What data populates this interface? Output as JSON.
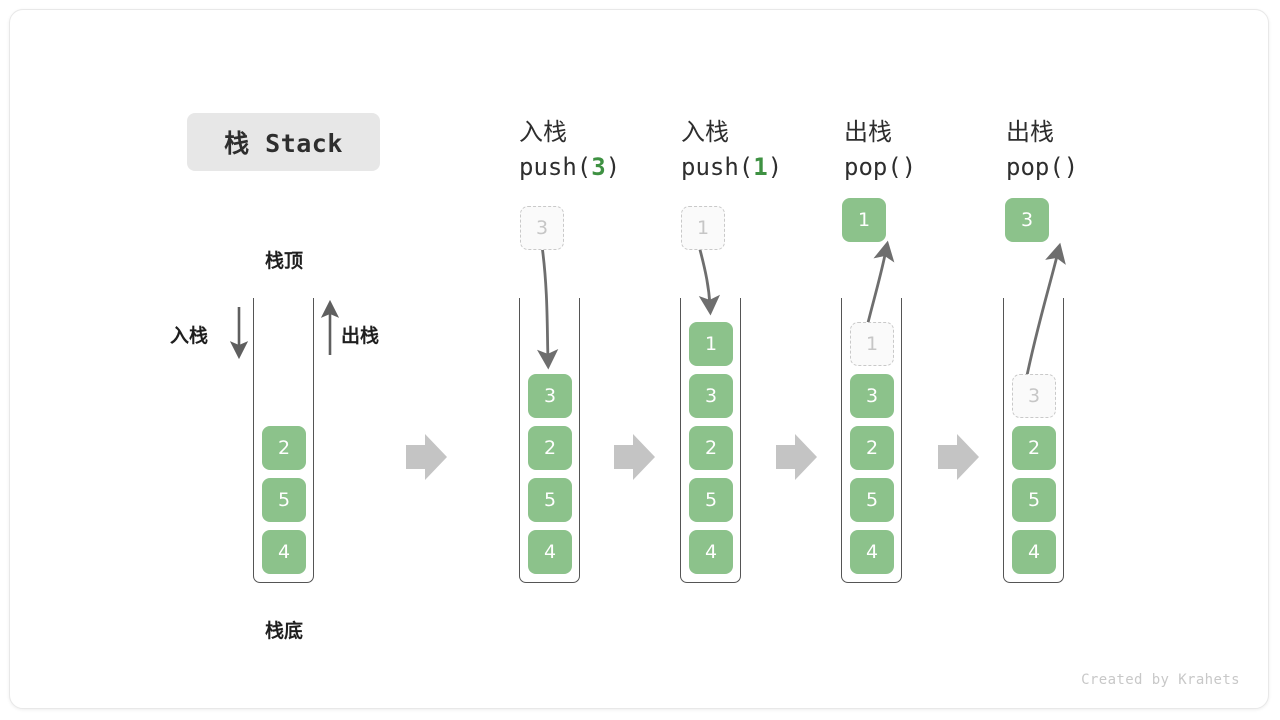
{
  "meta": {
    "footer": "Created by Krahets",
    "title_badge": "栈 Stack"
  },
  "colors": {
    "cell_fill": "#8cc28b",
    "cell_text": "#ffffff",
    "ghost_border": "#c9c9c9",
    "ghost_text": "#c6c6c6",
    "accent_green": "#3e9142",
    "arrow_gray": "#6e6e6e",
    "block_arrow_gray": "#c4c4c4",
    "badge_bg": "#e7e7e7",
    "container_stroke": "#555555"
  },
  "legend": {
    "push_label": "入栈",
    "pop_label": "出栈",
    "top_label": "栈顶",
    "bottom_label": "栈底"
  },
  "columns": [
    {
      "id": "initial",
      "header_cn": "",
      "header_code": "",
      "stack": [
        "2",
        "5",
        "4"
      ],
      "ghost": null,
      "popped": null
    },
    {
      "id": "push-3",
      "header_cn": "入栈",
      "header_code_prefix": "push(",
      "header_code_arg": "3",
      "header_code_suffix": ")",
      "incoming_ghost": "3",
      "stack": [
        "3",
        "2",
        "5",
        "4"
      ],
      "ghost": null,
      "popped": null
    },
    {
      "id": "push-1",
      "header_cn": "入栈",
      "header_code_prefix": "push(",
      "header_code_arg": "1",
      "header_code_suffix": ")",
      "incoming_ghost": "1",
      "stack": [
        "1",
        "3",
        "2",
        "5",
        "4"
      ],
      "ghost": null,
      "popped": null
    },
    {
      "id": "pop-1",
      "header_cn": "出栈",
      "header_code_prefix": "pop(",
      "header_code_arg": "",
      "header_code_suffix": ")",
      "popped": "1",
      "ghost": "1",
      "stack": [
        "3",
        "2",
        "5",
        "4"
      ]
    },
    {
      "id": "pop-3",
      "header_cn": "出栈",
      "header_code_prefix": "pop(",
      "header_code_arg": "",
      "header_code_suffix": ")",
      "popped": "3",
      "ghost": "3",
      "stack": [
        "2",
        "5",
        "4"
      ]
    }
  ]
}
